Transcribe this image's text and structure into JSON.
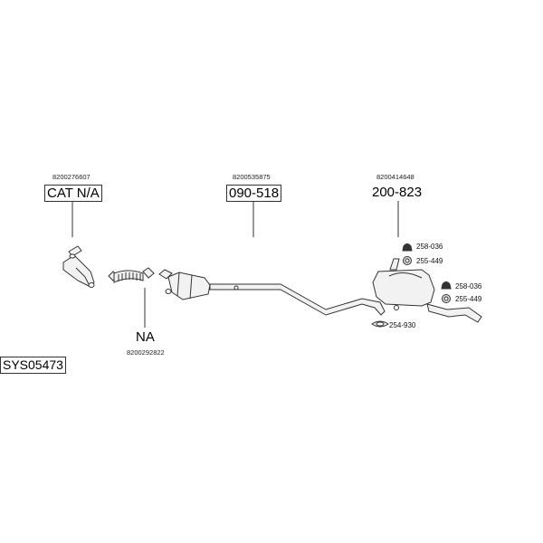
{
  "system_id": "SYS05473",
  "groups": [
    {
      "oem": "8200276607",
      "code": "CAT N/A",
      "boxed": true
    },
    {
      "oem": "8200535875",
      "code": "090-518",
      "boxed": true
    },
    {
      "oem": "8200414648",
      "code": "200-823",
      "boxed": false
    },
    {
      "oem": "8200292822",
      "code": "NA",
      "boxed": false
    }
  ],
  "hardware": [
    {
      "code": "258-036"
    },
    {
      "code": "255-449"
    },
    {
      "code": "258-036"
    },
    {
      "code": "255-449"
    },
    {
      "code": "254-930"
    }
  ]
}
